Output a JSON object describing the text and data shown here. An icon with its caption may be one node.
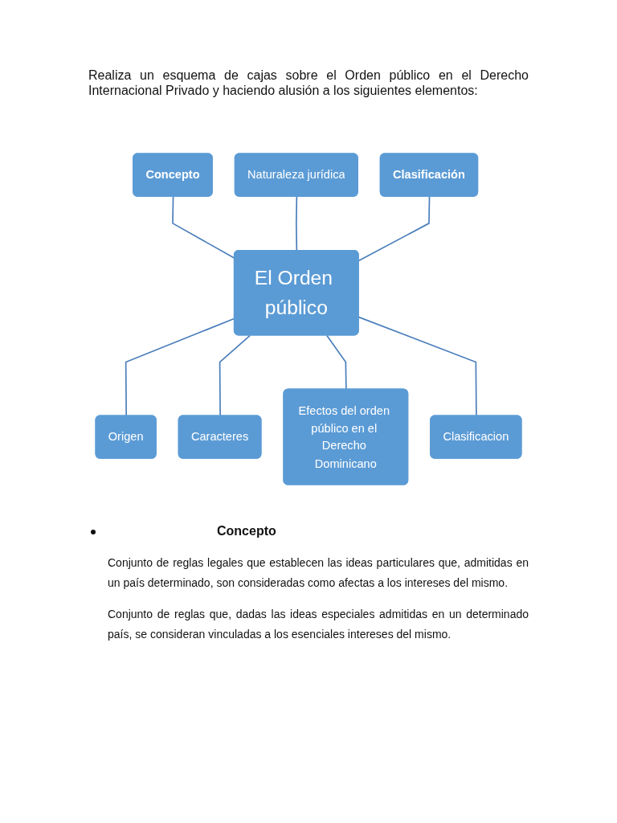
{
  "diagram": {
    "title": "Realiza un esquema de cajas sobre el Orden público en el Derecho Internacional Privado y haciendo alusión a los siguientes elementos:",
    "nodes": [
      {
        "text": [
          "El Orden público"
        ]
      },
      {
        "text": [
          "Concepto"
        ]
      },
      {
        "text": [
          "Naturaleza jurídica"
        ]
      },
      {
        "text": [
          "Origen"
        ]
      },
      {
        "text": [
          "Caracteres"
        ]
      },
      {
        "text": [
          "Efectos del orden público en el Derecho Dominicano"
        ]
      },
      {
        "text": [
          "Clasificacion"
        ]
      },
      {
        "text": [
          "Clasificación"
        ]
      }
    ],
    "edges": [
      {
        "from": 1,
        "to": 0,
        "arrow": "none"
      },
      {
        "from": 2,
        "to": 0,
        "arrow": "none"
      },
      {
        "from": 0,
        "to": 3,
        "arrow": "none"
      },
      {
        "from": 0,
        "to": 4,
        "arrow": "none"
      },
      {
        "from": 0,
        "to": 5,
        "arrow": "none"
      },
      {
        "from": 0,
        "to": 6,
        "arrow": "none"
      },
      {
        "from": 7,
        "to": 0,
        "arrow": "none"
      }
    ],
    "labels": [
      "Concepto",
      "Conjunto de reglas legales que establecen las ideas particulares que, admitidas en un país determinado, son consideradas como afectas a los intereses del mismo.",
      "Conjunto de reglas que, dadas las ideas especiales admitidas en un determinado país, se consideran vinculadas a los esenciales intereses del mismo."
    ]
  }
}
